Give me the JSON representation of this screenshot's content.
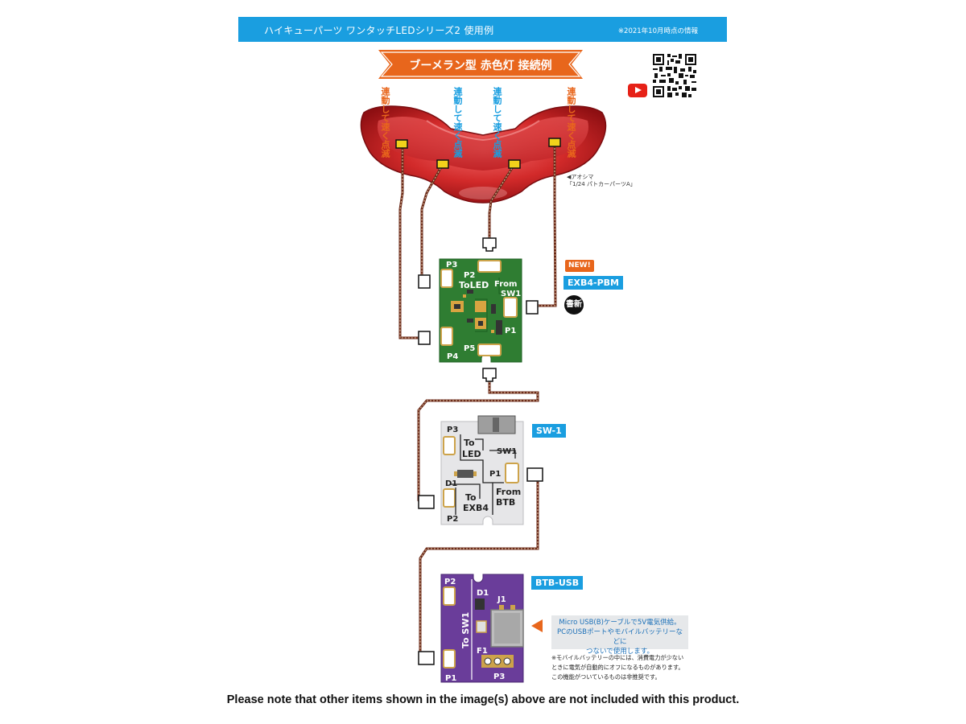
{
  "header": {
    "title": "ハイキューパーツ ワンタッチLEDシリーズ2 使用例",
    "date_note": "※2021年10月時点の情報"
  },
  "banner": {
    "text": "ブーメラン型 赤色灯 接続例",
    "color": "#e8661c"
  },
  "links": {
    "qr_icon": "qr-code-icon",
    "youtube_icon": "youtube-icon"
  },
  "led_labels": [
    {
      "text": "連動して速く点滅",
      "color": "orange"
    },
    {
      "text": "連動して速く点滅",
      "color": "blue"
    },
    {
      "text": "連動して速く点滅",
      "color": "blue"
    },
    {
      "text": "連動して速く点滅",
      "color": "orange"
    }
  ],
  "light_caption": {
    "line1": "◀アオシマ",
    "line2": "「1/24 パトカーパーツA」"
  },
  "boards": {
    "exb4": {
      "new_badge": "NEW!",
      "tag": "EXB4-PBM",
      "renewal_badge": "書新",
      "pads": [
        "P1",
        "P2",
        "P3",
        "P4",
        "P5"
      ],
      "silk_to": "ToLED",
      "silk_from": "From",
      "silk_sw": "SW1",
      "color": "#2e7d32"
    },
    "sw1": {
      "tag": "SW-1",
      "pads": [
        "P1",
        "P2",
        "P3"
      ],
      "d1": "D1",
      "sw_label": "SW1",
      "to_led_1": "To",
      "to_led_2": "LED",
      "from_1": "From",
      "from_2": "BTB",
      "to_exb_1": "To",
      "to_exb_2": "EXB4",
      "color": "#e4e4e6"
    },
    "btb": {
      "tag": "BTB-USB",
      "pads": [
        "P1",
        "P2",
        "P3"
      ],
      "d1": "D1",
      "j1": "J1",
      "f1": "F1",
      "to_sw": "To SW1",
      "color": "#6a3d9a"
    }
  },
  "power_note": {
    "box": "Micro USB(B)ケーブルで5V電気供給。PCのUSBポートやモバイルバッテリーなどにつないで使用します。",
    "line1": "Micro USB(B)ケーブルで5V電気供給。",
    "line2": "PCのUSBポートやモバイルバッテリーなどに",
    "line3": "つないで使用します。",
    "small1": "※モバイルバッテリーの中には、消費電力が少ない",
    "small2": "ときに電気が自動的にオフになるものがあります。",
    "small3": "この機能がついているものは非推奨です。"
  },
  "footer": {
    "text": "Please note that other items shown in the image(s) above are not included with this product."
  }
}
